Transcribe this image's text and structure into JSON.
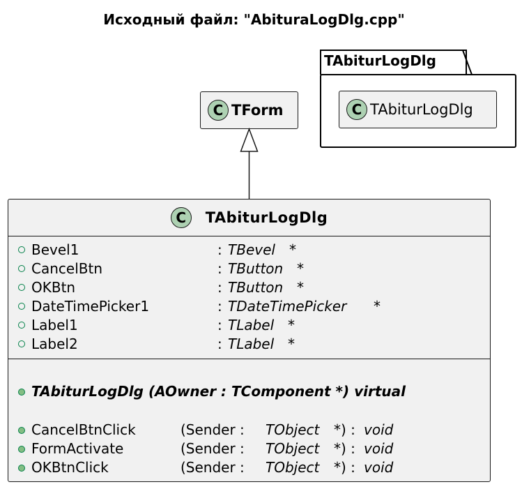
{
  "title": "Исходный файл: \"AbituraLogDlg.cpp\"",
  "package": {
    "name": "TAbiturLogDlg",
    "classes": [
      {
        "badge": "C",
        "name": "TAbiturLogDlg"
      }
    ]
  },
  "parent_class": {
    "badge": "C",
    "name": "TForm"
  },
  "main_class": {
    "badge": "C",
    "name": "TAbiturLogDlg",
    "fields": [
      {
        "name": "Bevel1",
        "sep": ":",
        "type": "TBevel",
        "suffix": "*"
      },
      {
        "name": "CancelBtn",
        "sep": ":",
        "type": "TButton",
        "suffix": "*"
      },
      {
        "name": "OKBtn",
        "sep": ":",
        "type": "TButton",
        "suffix": "*"
      },
      {
        "name": "DateTimePicker1",
        "sep": ":",
        "type": "TDateTimePicker",
        "suffix": "*"
      },
      {
        "name": "Label1",
        "sep": ":",
        "type": "TLabel",
        "suffix": "*"
      },
      {
        "name": "Label2",
        "sep": ":",
        "type": "TLabel",
        "suffix": "*"
      }
    ],
    "constructor": "TAbiturLogDlg (AOwner  : TComponent *) virtual",
    "methods": [
      {
        "name": "CancelBtnClick",
        "params_prefix": "(Sender  :",
        "param_type": "TObject",
        "params_suffix": "*) :",
        "return": "void"
      },
      {
        "name": "FormActivate",
        "params_prefix": "(Sender  :",
        "param_type": "TObject",
        "params_suffix": "*) :",
        "return": "void"
      },
      {
        "name": "OKBtnClick",
        "params_prefix": "(Sender  :",
        "param_type": "TObject",
        "params_suffix": "*) :",
        "return": "void"
      }
    ]
  },
  "colors": {
    "class_fill": "#f1f1f1",
    "badge_fill": "#add1b2",
    "method_marker": "#84be84",
    "marker_stroke": "#038048",
    "line": "#181818"
  }
}
